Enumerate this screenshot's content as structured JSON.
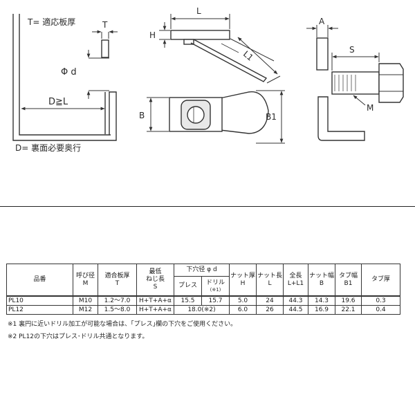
{
  "drawing_labels": {
    "t_def": "T= 適応板厚",
    "t": "T",
    "h": "H",
    "l": "L",
    "l1": "L1",
    "a": "A",
    "s": "S",
    "phi_d": "Φ d",
    "d_ge_l": "D≧L",
    "d_def": "D= 裏面必要奥行",
    "b": "B",
    "b1": "B1",
    "m": "M"
  },
  "table": {
    "headers": {
      "part_no": "品番",
      "nominal_line1": "呼び径",
      "nominal_line2": "M",
      "plate_line1": "適合板厚",
      "plate_line2": "T",
      "min_screw_line1": "最低",
      "min_screw_line2": "ねじ長",
      "min_screw_line3": "S",
      "hole_group": "下穴径 φ d",
      "press": "プレス",
      "drill_line1": "ドリル",
      "drill_line2": "(※1)",
      "nut_thick_line1": "ナット厚",
      "nut_thick_line2": "H",
      "nut_len_line1": "ナット長",
      "nut_len_line2": "L",
      "total_len_line1": "全長",
      "total_len_line2": "L+L1",
      "nut_width_line1": "ナット幅",
      "nut_width_line2": "B",
      "tab_width_line1": "タブ幅",
      "tab_width_line2": "B1",
      "tab_thick": "タブ厚"
    },
    "rows": [
      {
        "part_no": "PL10",
        "nominal": "M10",
        "plate": "1.2〜7.0",
        "min_screw": "H+T+A+α",
        "press": "15.5",
        "drill": "15.7",
        "nut_thick": "5.0",
        "nut_len": "24",
        "total_len": "44.3",
        "nut_width": "14.3",
        "tab_width": "19.6",
        "tab_thick": "0.3"
      },
      {
        "part_no": "PL12",
        "nominal": "M12",
        "plate": "1.5〜8.0",
        "min_screw": "H+T+A+α",
        "hole_merged": "18.0(※2)",
        "nut_thick": "6.0",
        "nut_len": "26",
        "total_len": "44.5",
        "nut_width": "16.9",
        "tab_width": "22.1",
        "tab_thick": "0.4"
      }
    ]
  },
  "notes": {
    "note1": "※1 裏円に近いドリル加工が可能な場合は、｢プレス｣欄の下穴をご使用ください。",
    "note2": "※2 PL12の下穴はプレス･ドリル共通となります。"
  }
}
